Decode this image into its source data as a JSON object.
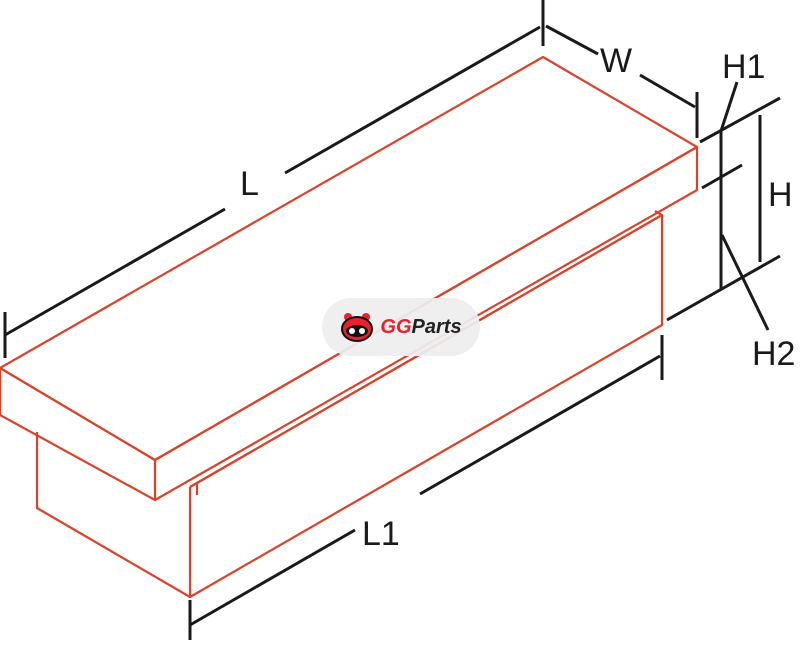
{
  "diagram": {
    "labels": {
      "length": "L",
      "width": "W",
      "height": "H",
      "height1": "H1",
      "height2": "H2",
      "length1": "L1"
    }
  },
  "watermark": {
    "brand_accent": "GG",
    "brand_rest": "Parts",
    "accent_color": "#e8202f"
  }
}
